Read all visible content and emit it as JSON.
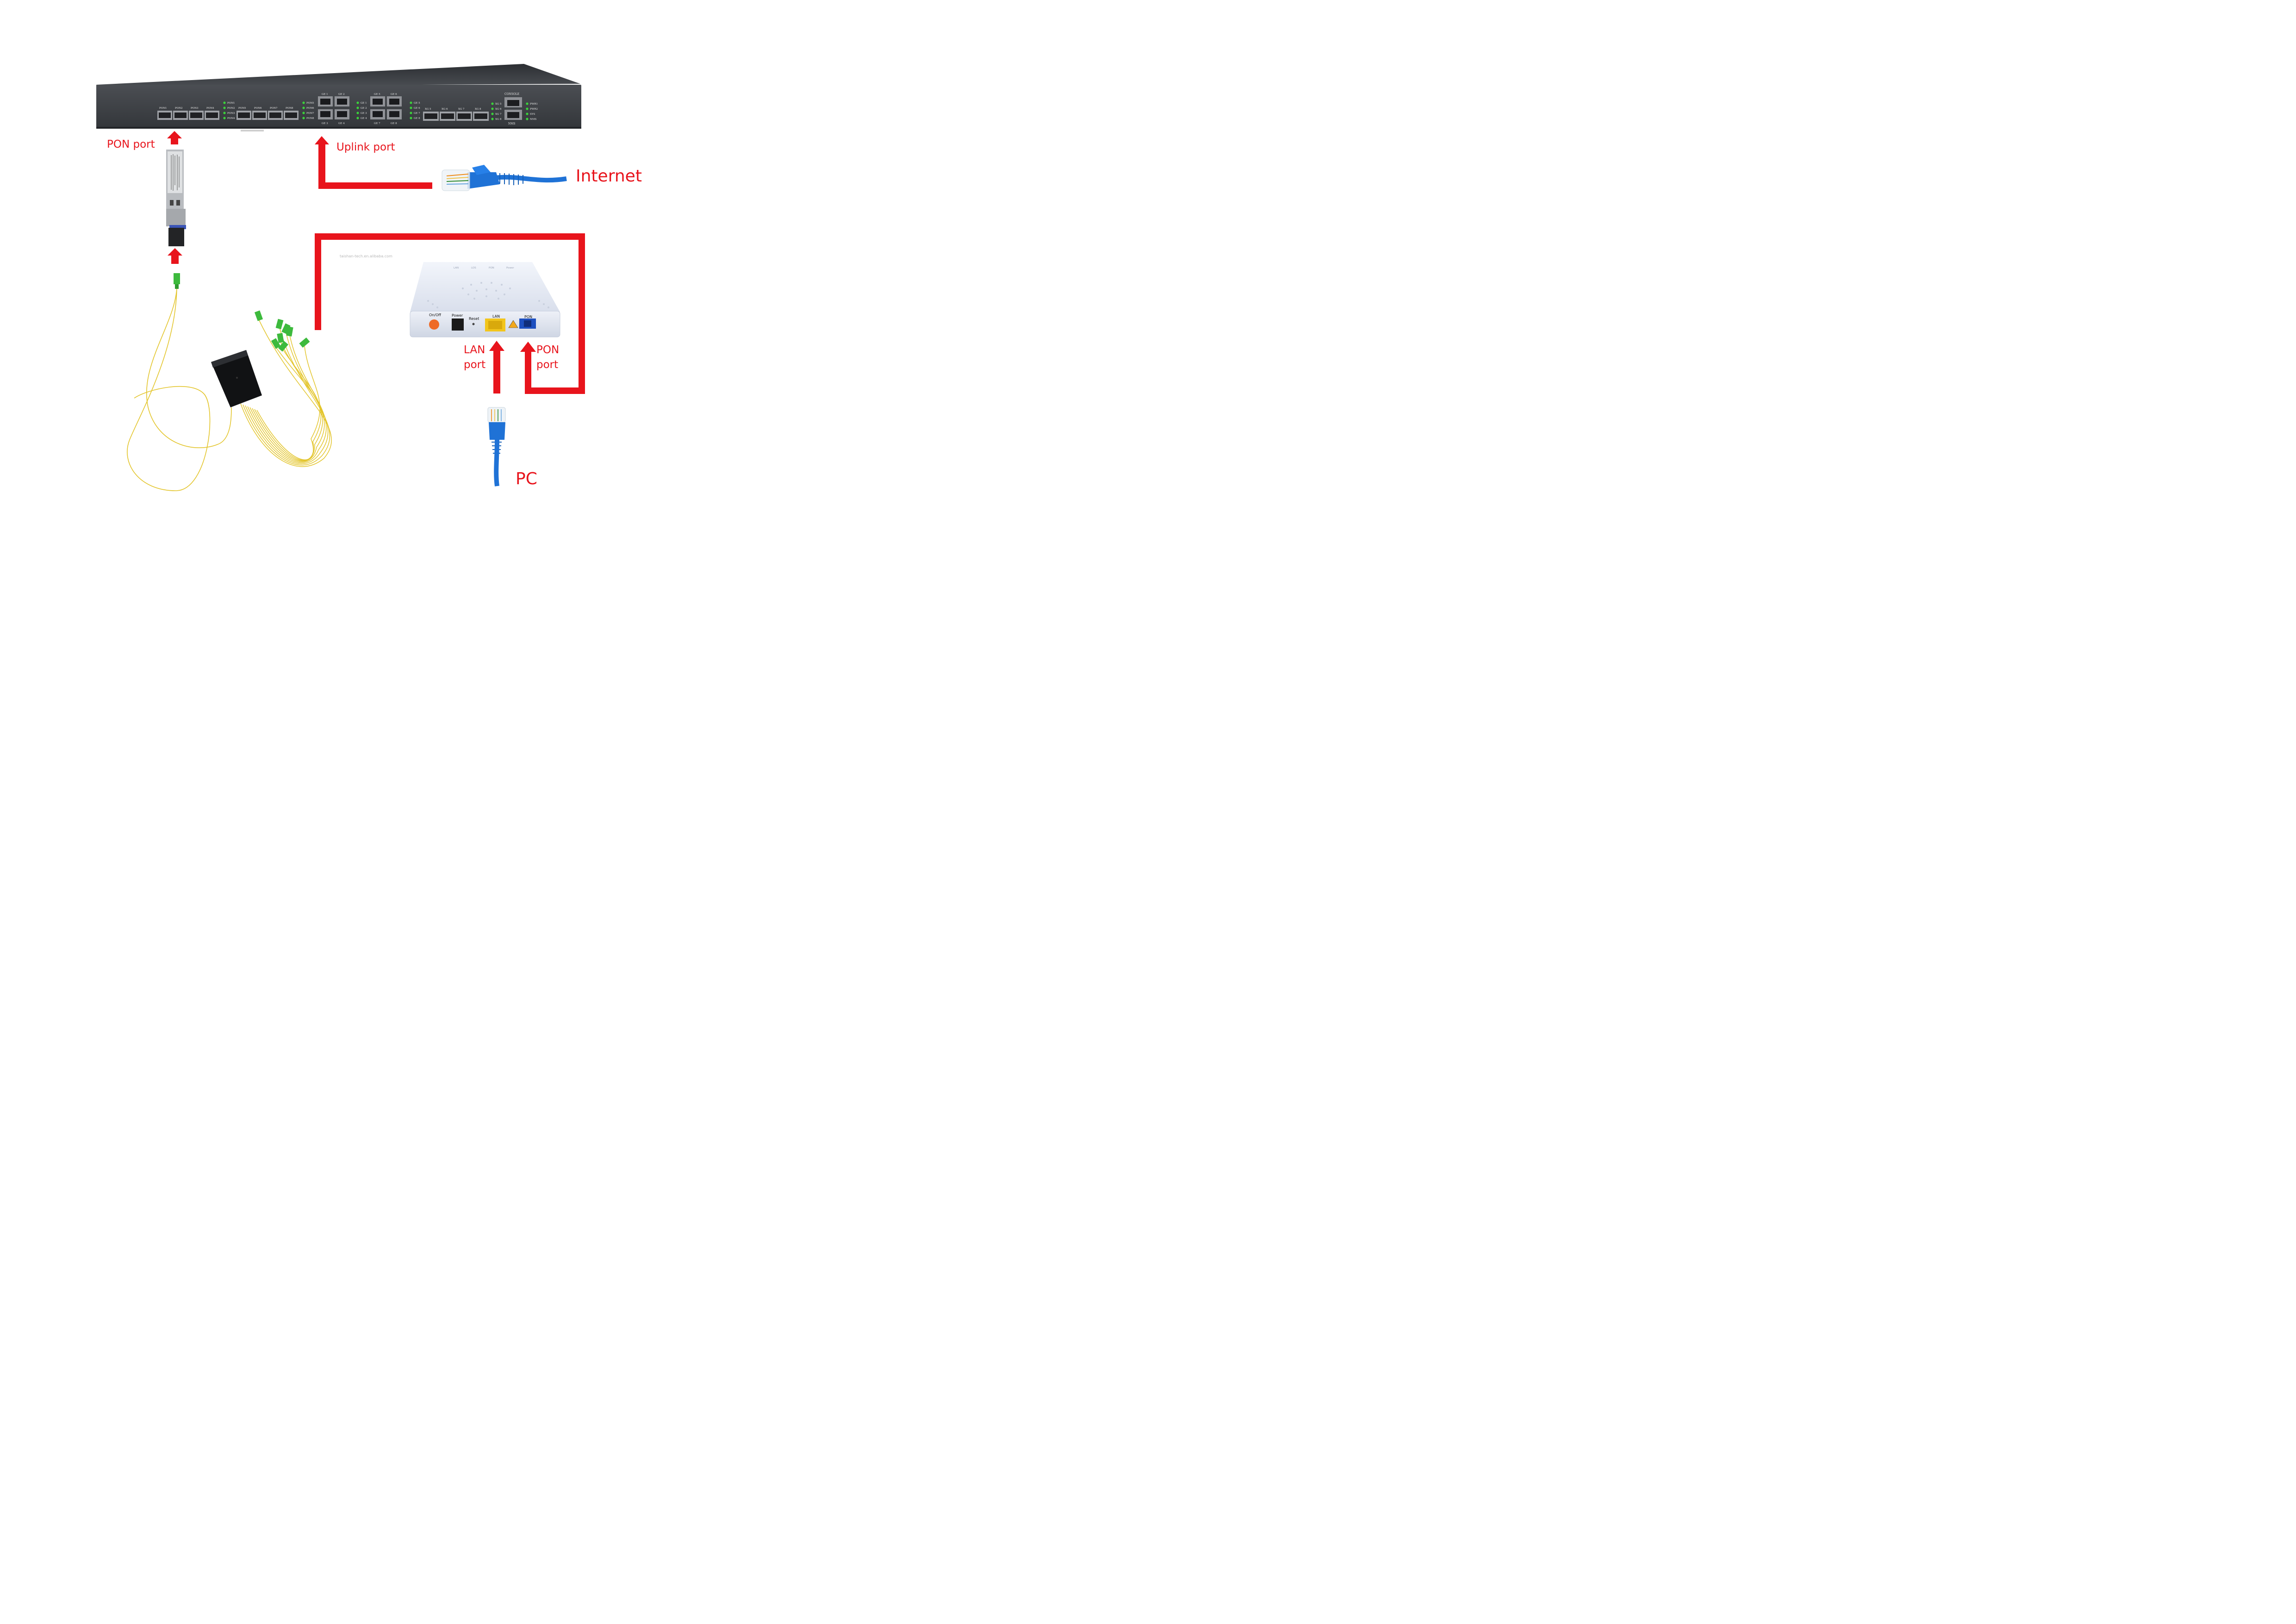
{
  "labels": {
    "pon_port_olt": "PON port",
    "uplink_port": "Uplink port",
    "internet": "Internet",
    "lan_port_line1": "LAN",
    "lan_port_line2": "port",
    "pon_port_onu_line1": "PON",
    "pon_port_onu_line2": "port",
    "pc": "PC",
    "watermark": "taishan-tech.en.alibaba.com"
  },
  "olt": {
    "pon_ports": [
      "PON1",
      "PON2",
      "PON3",
      "PON4",
      "PON5",
      "PON6",
      "PON7",
      "PON8"
    ],
    "pon_leds_a": [
      "PON1",
      "PON2",
      "PON3",
      "PON4"
    ],
    "pon_leds_b": [
      "PON5",
      "PON6",
      "PON7",
      "PON8"
    ],
    "ge_top_a": [
      "GE 1",
      "GE 2"
    ],
    "ge_bottom_a": [
      "GE 3",
      "GE 4"
    ],
    "ge_leds_a": [
      "GE 1",
      "GE 2",
      "GE 3",
      "GE 4"
    ],
    "ge_top_b": [
      "GE 5",
      "GE 6"
    ],
    "ge_bottom_b": [
      "GE 7",
      "GE 8"
    ],
    "ge_leds_b": [
      "GE 5",
      "GE 6",
      "GE 7",
      "GE 8"
    ],
    "xg_ports": [
      "XG 5",
      "XG 6",
      "XG 7",
      "XG 8"
    ],
    "xg_leds": [
      "XG 5",
      "XG 6",
      "XG 7",
      "XG 8"
    ],
    "console_label": "CONSOLE",
    "nms_label": "NMS",
    "status_leds": [
      "PWR1",
      "PWR2",
      "SYS",
      "NMS"
    ]
  },
  "onu": {
    "top_leds": [
      "LAN",
      "LOS",
      "PON",
      "Power"
    ],
    "on_off": "On/Off",
    "power": "Power",
    "reset": "Reset",
    "lan": "LAN",
    "pon": "PON"
  },
  "colors": {
    "arrow_red": "#e8141c",
    "led_green": "#3bd23b",
    "fiber_yellow": "#e3c52c",
    "connector_green": "#3dba3d",
    "cable_blue": "#1f72d6",
    "olt_body": "#3c3f44"
  }
}
